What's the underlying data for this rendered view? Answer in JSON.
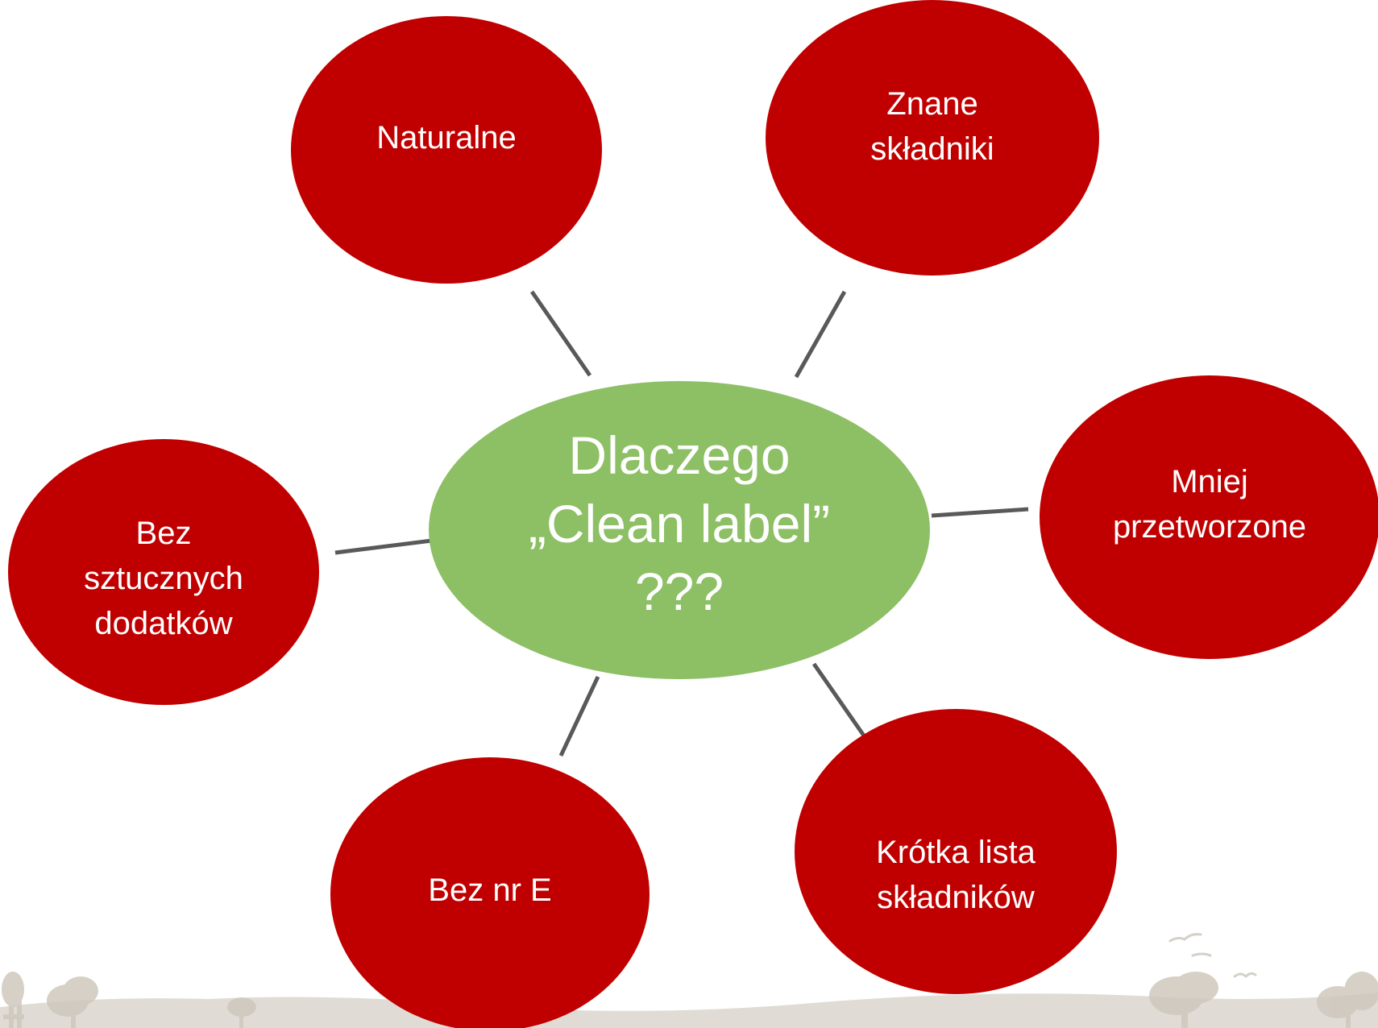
{
  "center": {
    "text": "Dlaczego\n„Clean label”\n???",
    "color": "#8dbf65"
  },
  "satellites": [
    {
      "id": "naturalne",
      "text": "Naturalne"
    },
    {
      "id": "znane",
      "text": "Znane\nskładniki"
    },
    {
      "id": "mniej",
      "text": "Mniej\nprzetworzone"
    },
    {
      "id": "bez-sztucznych",
      "text": "Bez\nsztucznych\ndodatków"
    },
    {
      "id": "bez-e",
      "text": "Bez nr E"
    },
    {
      "id": "krotka-lista",
      "text": "Krótka lista\nskładników"
    }
  ],
  "colors": {
    "satellite": "#c00000",
    "connector": "#595959",
    "text": "#ffffff",
    "landscape": "#d9d4cc"
  },
  "icons": [
    "tree-icon",
    "bird-icon"
  ]
}
